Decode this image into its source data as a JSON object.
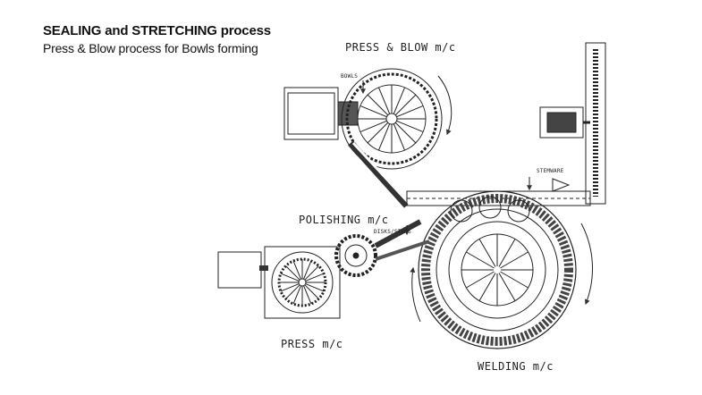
{
  "header": {
    "title": "SEALING and STRETCHING process",
    "subtitle": "Press & Blow process for Bowls forming"
  },
  "labels": {
    "press_blow": "PRESS & BLOW m/c",
    "bowls": "BOWLS",
    "stemware": "STEMWARE",
    "polishing": "POLISHING m/c",
    "disks_stems": "DISKS/STEMS",
    "press": "PRESS m/c",
    "welding": "WELDING m/c"
  },
  "colors": {
    "line": "#222222",
    "dense": "#333333",
    "background": "#ffffff"
  }
}
